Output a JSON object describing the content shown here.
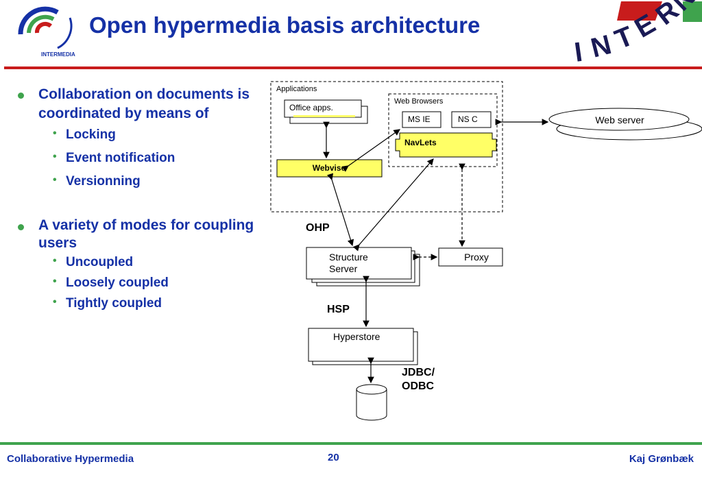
{
  "title": "Open hypermedia basis architecture",
  "bullets": [
    {
      "text": "Collaboration on documents is coordinated by means of",
      "subitems": [
        "Locking",
        "Event notification",
        "Versionning"
      ]
    },
    {
      "text": "A variety of modes for coupling users",
      "subitems": [
        "Uncoupled",
        "Loosely coupled",
        "Tightly coupled"
      ]
    }
  ],
  "diagram": {
    "applications_label": "Applications",
    "office_apps": "Office apps.",
    "webvise": "Webvise",
    "web_browsers_label": "Web Browsers",
    "ms_ie": "MS IE",
    "ns_c": "NS C",
    "navlets": "NavLets",
    "web_server": "Web server",
    "ohp": "OHP",
    "structure_server_line1": "Structure",
    "structure_server_line2": "Server",
    "proxy": "Proxy",
    "hsp": "HSP",
    "hyperstore": "Hyperstore",
    "jdbc_line1": "JDBC/",
    "jdbc_line2": "ODBC"
  },
  "footer": {
    "left": "Collaborative Hypermedia",
    "page": "20",
    "right": "Kaj Grønbæk"
  },
  "colors": {
    "title_blue": "#1531a6",
    "accent_green": "#3fa34d",
    "rule_red": "#c81c1c",
    "highlight_yellow": "#ffff66"
  }
}
